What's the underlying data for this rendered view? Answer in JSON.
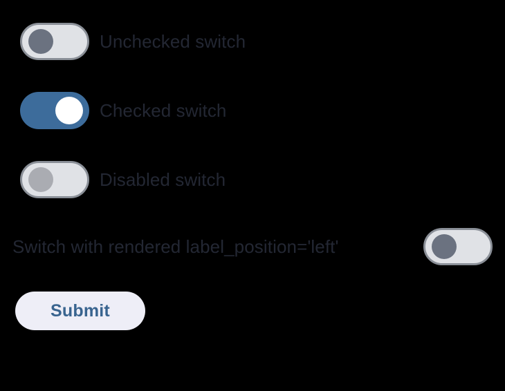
{
  "page": {
    "background_color": "#000000"
  },
  "theme": {
    "accent_color": "#3d6c9b",
    "track_off_color": "#e0e2e6",
    "track_border_color": "#8a8f97",
    "knob_off_color": "#6b7280",
    "knob_disabled_color": "#aaacb2",
    "knob_on_color": "#ffffff",
    "label_color": "#232733",
    "button_bg_color": "#eeeef7",
    "button_text_color": "#39648f"
  },
  "switches": [
    {
      "label": "Unchecked switch",
      "state": "unchecked",
      "label_position": "right"
    },
    {
      "label": "Checked switch",
      "state": "checked",
      "label_position": "right"
    },
    {
      "label": "Disabled switch",
      "state": "disabled",
      "label_position": "right"
    },
    {
      "label": "Switch with rendered label_position='left'",
      "state": "unchecked",
      "label_position": "left"
    }
  ],
  "form": {
    "submit_label": "Submit"
  }
}
